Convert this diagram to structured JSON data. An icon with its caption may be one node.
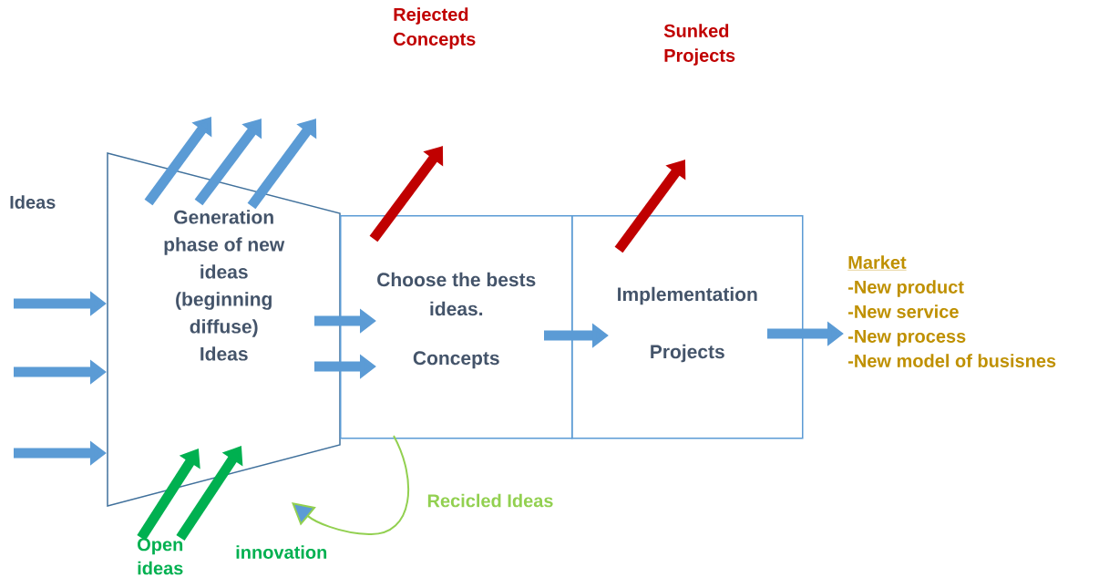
{
  "diagram": {
    "nodes": [
      {
        "text": [
          "Generation phase of new ideas (beginning diffuse)",
          "Ideas"
        ]
      },
      {
        "text": [
          "Choose the bests ideas.",
          "Concepts"
        ]
      },
      {
        "text": [
          "Implementation",
          "Projects"
        ]
      },
      {
        "text": [
          "Market",
          "-New product",
          "-New service",
          "-New process",
          "-New model of busisnes"
        ]
      },
      {
        "text": [
          "Open ideas"
        ]
      }
    ],
    "edges": [
      {
        "from": null,
        "to": 0,
        "arrow": "to"
      },
      {
        "from": null,
        "to": 0,
        "arrow": "to"
      },
      {
        "from": null,
        "to": 0,
        "arrow": "to"
      },
      {
        "from": 0,
        "to": null,
        "arrow": "to"
      },
      {
        "from": 0,
        "to": null,
        "arrow": "to"
      },
      {
        "from": 0,
        "to": null,
        "arrow": "to"
      },
      {
        "from": 4,
        "to": 0,
        "arrow": "to",
        "color": "#00b050"
      },
      {
        "from": 4,
        "to": 0,
        "arrow": "to",
        "color": "#00b050"
      },
      {
        "from": 0,
        "to": 1,
        "arrow": "to"
      },
      {
        "from": 0,
        "to": 1,
        "arrow": "to"
      },
      {
        "from": 1,
        "to": 2,
        "arrow": "to"
      },
      {
        "from": 2,
        "to": 3,
        "arrow": "to"
      },
      {
        "from": 1,
        "to": null,
        "arrow": "to",
        "color": "#c00000"
      },
      {
        "from": 2,
        "to": null,
        "arrow": "to",
        "color": "#c00000"
      },
      {
        "from": 1,
        "to": 0,
        "arrow": "to",
        "color": "#92d050",
        "label": "Recicled Ideas"
      }
    ],
    "labels": [
      "Rejected Concepts",
      "Sunked Projects",
      "Ideas",
      "innovation"
    ]
  }
}
